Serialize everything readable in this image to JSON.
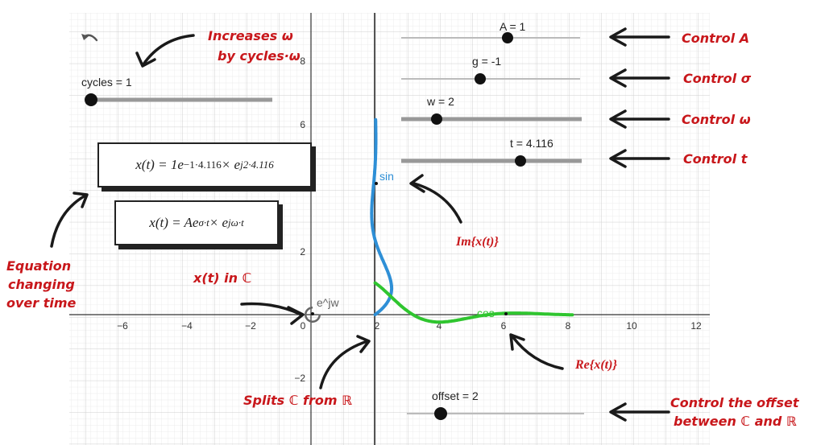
{
  "axis": {
    "x_ticks": [
      "−6",
      "−4",
      "−2",
      "0",
      "2",
      "4",
      "6",
      "8",
      "10",
      "12"
    ],
    "y_ticks": [
      "8",
      "6",
      "2",
      "−2"
    ]
  },
  "sliders": {
    "A": "A = 1",
    "g": "g = -1",
    "w": "w = 2",
    "t": "t = 4.116",
    "cycles": "cycles = 1",
    "offset": "offset = 2"
  },
  "equations": {
    "current_pre": "x(t) = 1e",
    "current_exp1": "−1·4.116",
    "current_mid": " × e",
    "current_exp2": "j2·4.116",
    "general_pre": "x(t) = Ae",
    "general_exp1": "σ·t",
    "general_mid": " × e",
    "general_exp2": "jω·t"
  },
  "curve_labels": {
    "sin": "sin",
    "cos": "cos",
    "ejw": "e^jw"
  },
  "annotations": {
    "increases_line1": "Increases ω",
    "increases_line2": "by cycles·ω",
    "control_a": "Control A",
    "control_sigma": "Control σ",
    "control_omega": "Control ω",
    "control_t": "Control t",
    "im_label": "Im{x(t)}",
    "re_label": "Re{x(t)}",
    "xt_in_c": "x(t) in ℂ",
    "equation_line1": "Equation",
    "equation_line2": "changing",
    "equation_line3": "over time",
    "splits": "Splits ℂ from ℝ",
    "offset_line1": "Control the offset",
    "offset_line2": "between ℂ and ℝ"
  },
  "colors": {
    "sin_curve": "#2e8fd6",
    "cos_curve": "#2fc52f",
    "annotation": "#c8171b",
    "slider_track": "#999999",
    "slider_knob": "#111111"
  },
  "icons": [
    "undo-icon"
  ]
}
